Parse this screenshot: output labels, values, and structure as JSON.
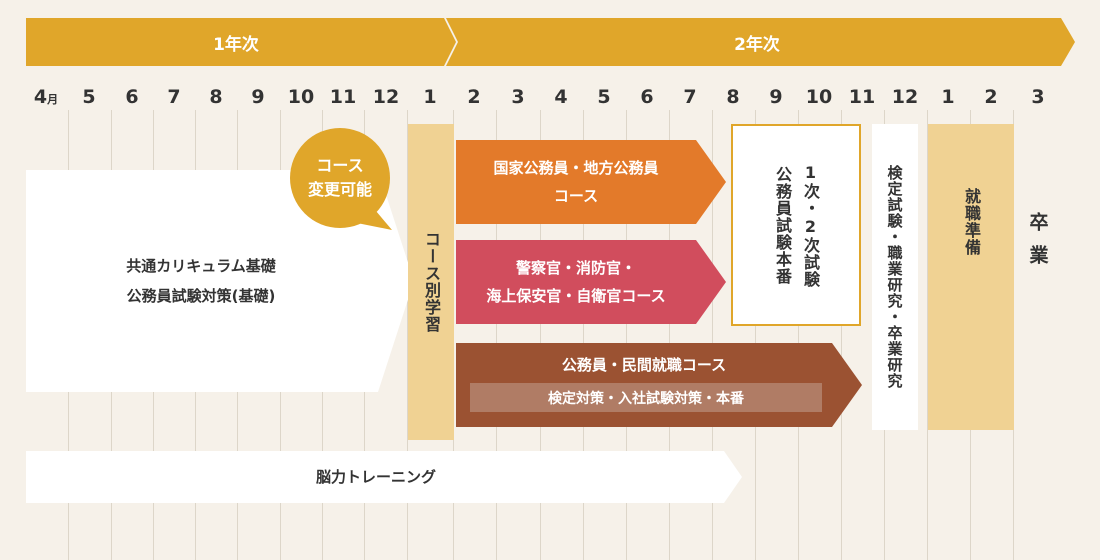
{
  "colors": {
    "background": "#f6f1e9",
    "year_bar": "#e0a62a",
    "national_course": "#e37a2a",
    "police_course": "#d14d5d",
    "private_course": "#9b5232",
    "special_study": "#f0d293",
    "job_prep": "#f0d293",
    "bubble": "#e0a62a"
  },
  "years": {
    "year1": "1年次",
    "year2": "2年次"
  },
  "months": {
    "y1": [
      {
        "num": "4",
        "unit": "月"
      },
      {
        "num": "5",
        "unit": ""
      },
      {
        "num": "6",
        "unit": ""
      },
      {
        "num": "7",
        "unit": ""
      },
      {
        "num": "8",
        "unit": ""
      },
      {
        "num": "9",
        "unit": ""
      },
      {
        "num": "10",
        "unit": ""
      },
      {
        "num": "11",
        "unit": ""
      },
      {
        "num": "12",
        "unit": ""
      },
      {
        "num": "1",
        "unit": ""
      },
      {
        "num": "2",
        "unit": ""
      },
      {
        "num": "3",
        "unit": ""
      }
    ],
    "y2": [
      "4",
      "5",
      "6",
      "7",
      "8",
      "9",
      "10",
      "11",
      "12",
      "1",
      "2",
      "3"
    ]
  },
  "bubble": {
    "line1": "コース",
    "line2": "変更可能"
  },
  "foundation": {
    "line1": "共通カリキュラム基礎",
    "line2": "公務員試験対策(基礎)"
  },
  "course_study": "コース別学習",
  "national_course": {
    "line1": "国家公務員・地方公務員",
    "line2": "コース"
  },
  "police_course": {
    "line1": "警察官・消防官・",
    "line2": "海上保安官・自衛官コース"
  },
  "private_course": {
    "title": "公務員・民間就職コース",
    "sub": "検定対策・入社試験対策・本番"
  },
  "exam_box": {
    "col1": "公務員試験本番",
    "col2": "1次・2次試験"
  },
  "research": "検定試験・職業研究・卒業研究",
  "job_prep": "就職準備",
  "graduation": "卒業",
  "brain_training": "脳力トレーニング"
}
